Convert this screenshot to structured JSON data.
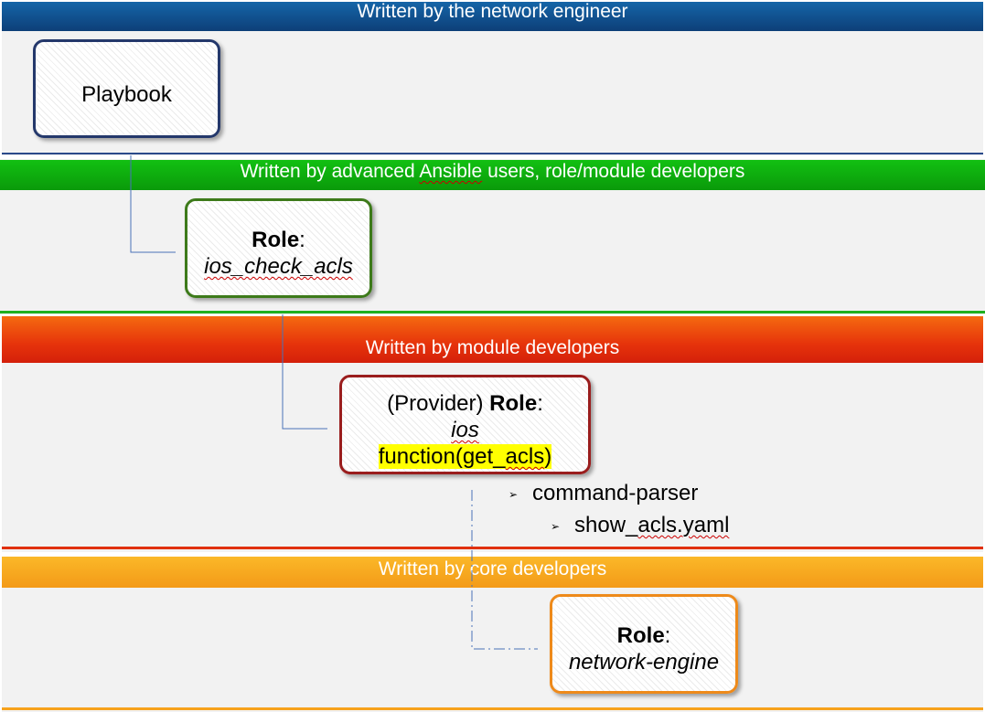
{
  "colors": {
    "blue": "#1e4f8c",
    "green": "#11a811",
    "red": "#e0300a",
    "orange": "#f7a21c",
    "box_blue": "#24386b",
    "box_green": "#3d7a1a",
    "box_red": "#9a1d1d",
    "box_orange": "#ee8a1a"
  },
  "bands": {
    "network_engineer": {
      "title": "Written by the network engineer"
    },
    "advanced_users": {
      "title_prefix": "Written by advanced ",
      "title_word": "Ansible",
      "title_suffix": " users, role/module developers"
    },
    "module_developers": {
      "title": "Written by module developers"
    },
    "core_developers": {
      "title": "Written by core developers"
    }
  },
  "boxes": {
    "playbook": {
      "label": "Playbook"
    },
    "role_check_acls": {
      "keyword": "Role",
      "colon": ":",
      "name": "ios_check_acls"
    },
    "provider_role": {
      "prefix": "(Provider) ",
      "keyword": "Role",
      "colon": ":",
      "name": "ios",
      "function_prefix": "function(get_",
      "function_word": "acls",
      "function_suffix": ")"
    },
    "network_engine": {
      "keyword": "Role",
      "colon": ":",
      "name": "network-engine"
    }
  },
  "bullets": {
    "command_parser": {
      "marker": "➢",
      "text": "command-parser"
    },
    "show_acls": {
      "marker": "➢",
      "text_prefix": "show_",
      "text_word": "acls.yaml"
    }
  }
}
